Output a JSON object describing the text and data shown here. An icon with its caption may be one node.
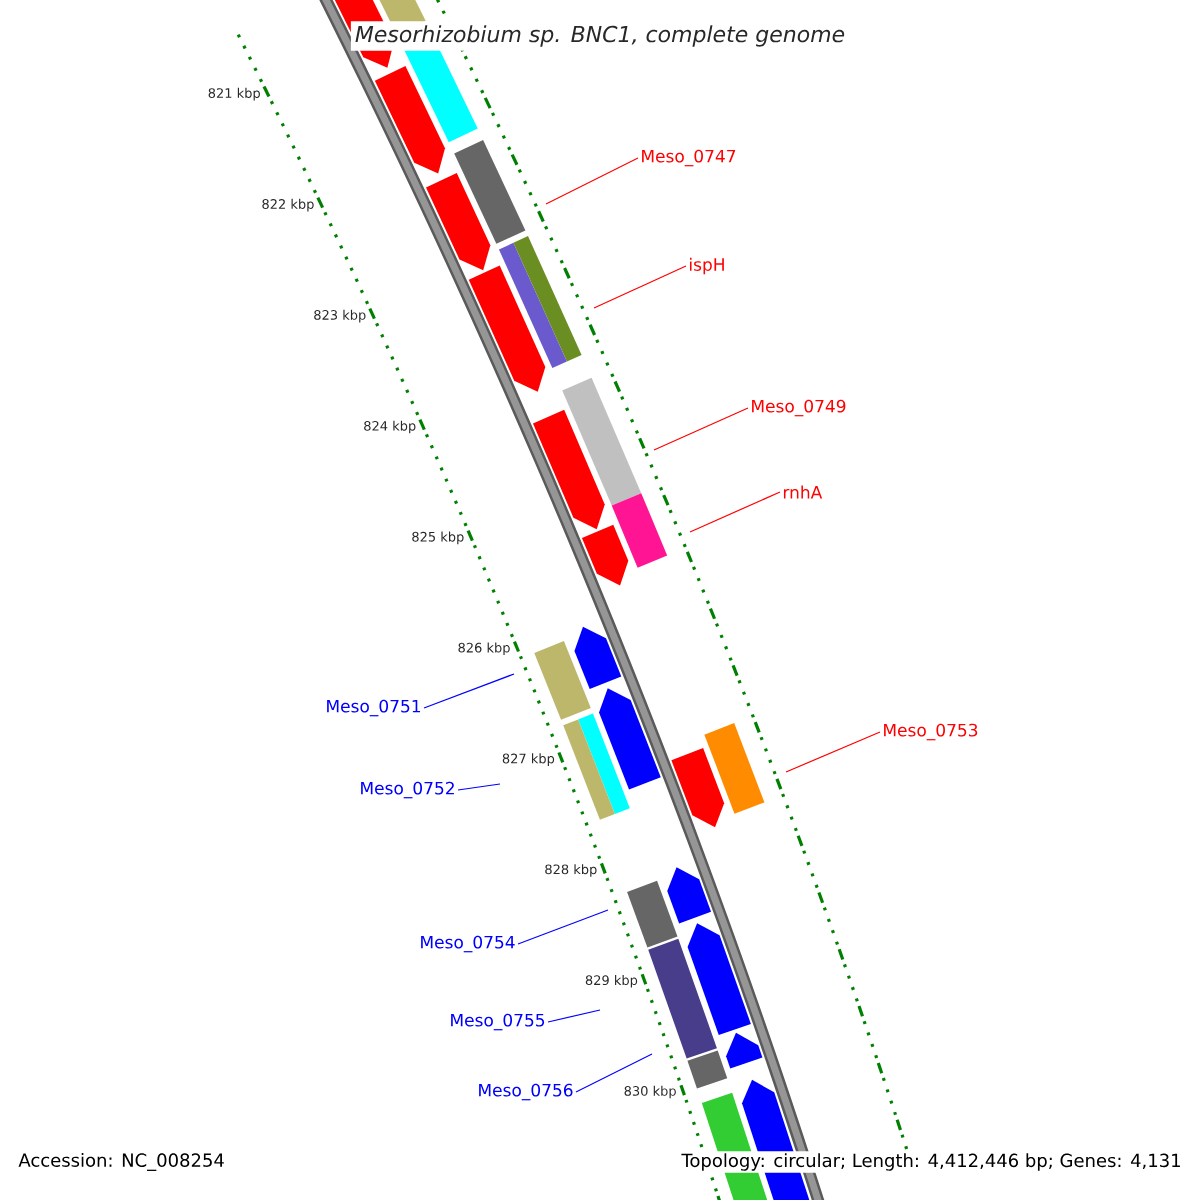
{
  "diagram": {
    "title": "Mesorhizobium sp. BNC1, complete genome",
    "nodes": [
      {
        "text": [
          "Meso_0747"
        ]
      },
      {
        "text": [
          "ispH"
        ]
      },
      {
        "text": [
          "Meso_0749"
        ]
      },
      {
        "text": [
          "rnhA"
        ]
      },
      {
        "text": [
          "Meso_0751"
        ]
      },
      {
        "text": [
          "Meso_0752"
        ]
      },
      {
        "text": [
          "Meso_0753"
        ]
      },
      {
        "text": [
          "Meso_0754"
        ]
      },
      {
        "text": [
          "Meso_0755"
        ]
      },
      {
        "text": [
          "Meso_0756"
        ]
      }
    ],
    "edges": [
      {
        "from": 0,
        "to": null,
        "arrow": "none",
        "color": "#ff0000"
      },
      {
        "from": 1,
        "to": null,
        "arrow": "none",
        "color": "#ff0000"
      },
      {
        "from": 2,
        "to": null,
        "arrow": "none",
        "color": "#ff0000"
      },
      {
        "from": 3,
        "to": null,
        "arrow": "none",
        "color": "#ff0000"
      },
      {
        "from": 4,
        "to": null,
        "arrow": "none",
        "color": "#0000ff"
      },
      {
        "from": 5,
        "to": null,
        "arrow": "none",
        "color": "#0000ff"
      },
      {
        "from": 6,
        "to": null,
        "arrow": "none",
        "color": "#ff0000"
      },
      {
        "from": 7,
        "to": null,
        "arrow": "none",
        "color": "#0000ff"
      },
      {
        "from": 8,
        "to": null,
        "arrow": "none",
        "color": "#0000ff"
      },
      {
        "from": 9,
        "to": null,
        "arrow": "none",
        "color": "#0000ff"
      }
    ],
    "labels": [
      "821 kbp",
      "822 kbp",
      "823 kbp",
      "824 kbp",
      "825 kbp",
      "826 kbp",
      "827 kbp",
      "828 kbp",
      "829 kbp",
      "830 kbp",
      "Accession: NC_008254",
      "Topology: circular; Length: 4,412,446 bp; Genes: 4,131"
    ]
  }
}
